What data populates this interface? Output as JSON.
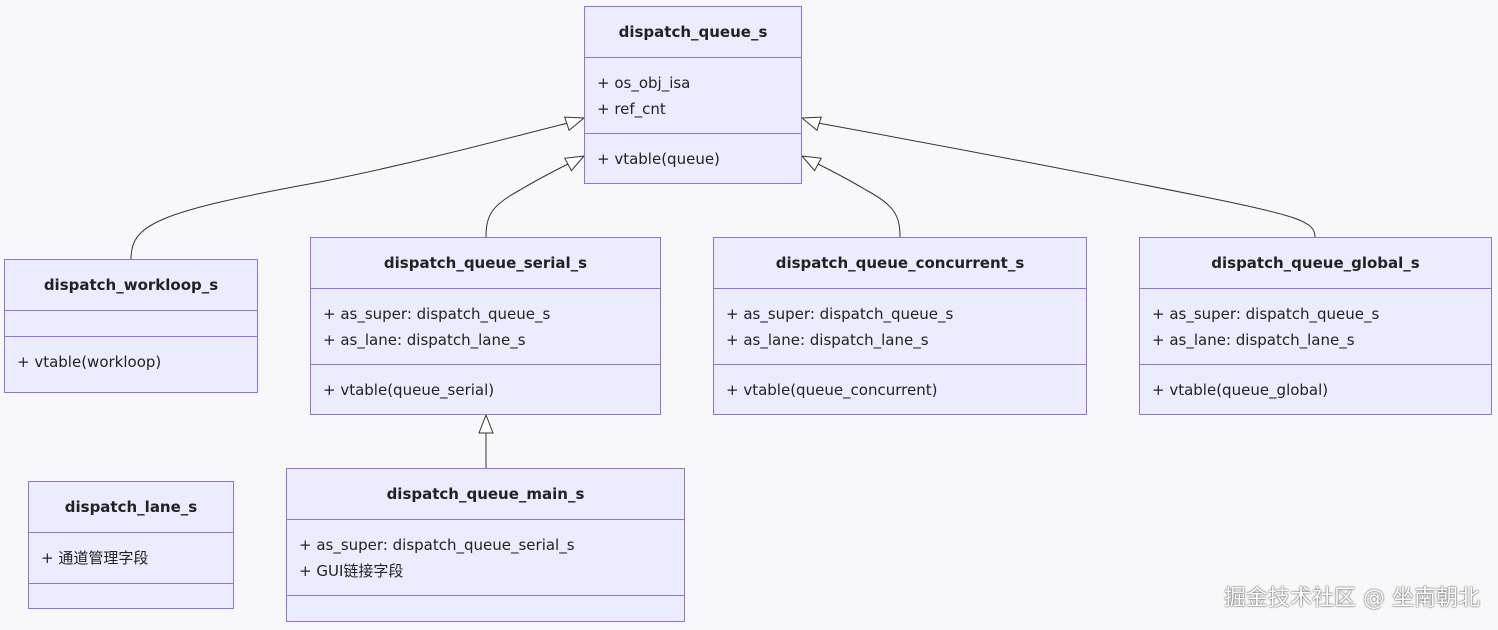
{
  "diagram": {
    "classes": [
      {
        "id": "dispatch_queue_s",
        "name": "dispatch_queue_s",
        "attributes": [
          "+ os_obj_isa",
          "+ ref_cnt"
        ],
        "methods": [
          "+ vtable(queue)"
        ]
      },
      {
        "id": "dispatch_workloop_s",
        "name": "dispatch_workloop_s",
        "attributes": [],
        "methods": [
          "+ vtable(workloop)"
        ]
      },
      {
        "id": "dispatch_queue_serial_s",
        "name": "dispatch_queue_serial_s",
        "attributes": [
          "+ as_super: dispatch_queue_s",
          "+ as_lane: dispatch_lane_s"
        ],
        "methods": [
          "+ vtable(queue_serial)"
        ]
      },
      {
        "id": "dispatch_queue_concurrent_s",
        "name": "dispatch_queue_concurrent_s",
        "attributes": [
          "+ as_super: dispatch_queue_s",
          "+ as_lane: dispatch_lane_s"
        ],
        "methods": [
          "+ vtable(queue_concurrent)"
        ]
      },
      {
        "id": "dispatch_queue_global_s",
        "name": "dispatch_queue_global_s",
        "attributes": [
          "+ as_super: dispatch_queue_s",
          "+ as_lane: dispatch_lane_s"
        ],
        "methods": [
          "+ vtable(queue_global)"
        ]
      },
      {
        "id": "dispatch_lane_s",
        "name": "dispatch_lane_s",
        "attributes": [
          "+ 通道管理字段"
        ],
        "methods": []
      },
      {
        "id": "dispatch_queue_main_s",
        "name": "dispatch_queue_main_s",
        "attributes": [
          "+ as_super: dispatch_queue_serial_s",
          "+ GUI链接字段"
        ],
        "methods": []
      }
    ],
    "relations": [
      {
        "from": "dispatch_workloop_s",
        "to": "dispatch_queue_s",
        "type": "inheritance"
      },
      {
        "from": "dispatch_queue_serial_s",
        "to": "dispatch_queue_s",
        "type": "inheritance"
      },
      {
        "from": "dispatch_queue_concurrent_s",
        "to": "dispatch_queue_s",
        "type": "inheritance"
      },
      {
        "from": "dispatch_queue_global_s",
        "to": "dispatch_queue_s",
        "type": "inheritance"
      },
      {
        "from": "dispatch_queue_main_s",
        "to": "dispatch_queue_serial_s",
        "type": "inheritance"
      }
    ]
  },
  "watermark": "掘金技术社区 @ 坐南朝北",
  "colors": {
    "background": "#f8f8fa",
    "box_fill": "#ececff",
    "box_border": "#9370db",
    "edge": "#333333",
    "text": "#222222"
  }
}
